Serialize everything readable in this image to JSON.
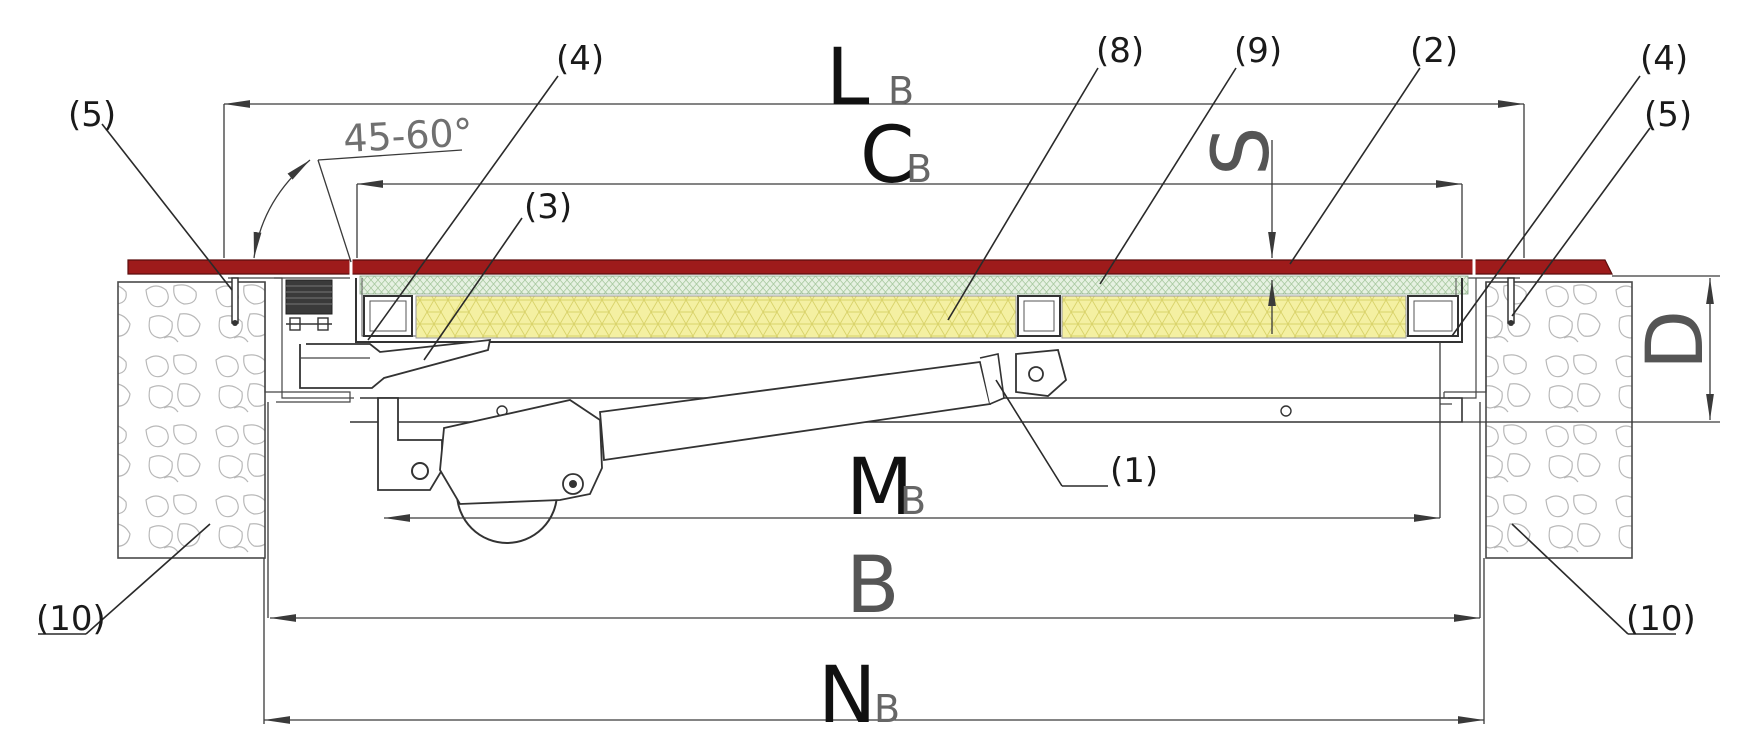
{
  "callouts": {
    "c1": "(1)",
    "c2": "(2)",
    "c3": "(3)",
    "c4_left": "(4)",
    "c4_right": "(4)",
    "c5_left": "(5)",
    "c5_right": "(5)",
    "c8": "(8)",
    "c9": "(9)",
    "c10_left": "(10)",
    "c10_right": "(10)"
  },
  "dimensions": {
    "L": {
      "main": "L",
      "sub": "B"
    },
    "C": {
      "main": "C",
      "sub": "B"
    },
    "M": {
      "main": "M",
      "sub": "B"
    },
    "N": {
      "main": "N",
      "sub": "B"
    },
    "B": "B",
    "S": "S",
    "D": "D"
  },
  "angle_label": "45-60°",
  "colors": {
    "lid": "#9e1b1b",
    "insulation": "#f3ef9c",
    "mesh": "#dfeedd",
    "concrete_line": "#9a9a9a"
  }
}
